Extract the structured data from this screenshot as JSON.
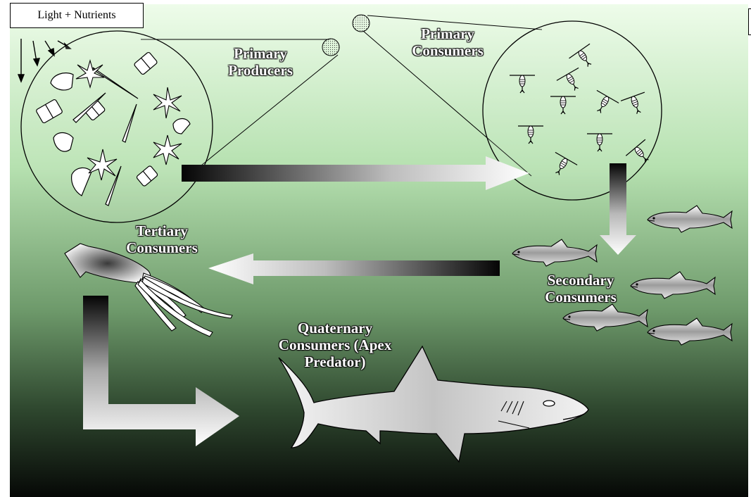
{
  "colors": {
    "water_top": "#e8fbe6",
    "water_mid": "#a8d8a4",
    "water_deep": "#3c5a3c",
    "water_bottom": "#0b0f0b",
    "arrow_dark": "#0a0a0a",
    "arrow_light": "#ffffff"
  },
  "input_label": "Light + Nutrients",
  "labels": {
    "primary_producers": [
      "Primary",
      "Producers"
    ],
    "primary_consumers": [
      "Primary",
      "Consumers"
    ],
    "secondary_consumers": [
      "Secondary",
      "Consumers"
    ],
    "tertiary_consumers": [
      "Tertiary",
      "Consumers"
    ],
    "quaternary_consumers": [
      "Quaternary",
      "Consumers (Apex",
      "Predator)"
    ]
  },
  "icons": [
    "phytoplankton-icon",
    "copepod-icon",
    "fish-icon",
    "squid-icon",
    "shark-icon",
    "sunlight-arrows-icon"
  ]
}
